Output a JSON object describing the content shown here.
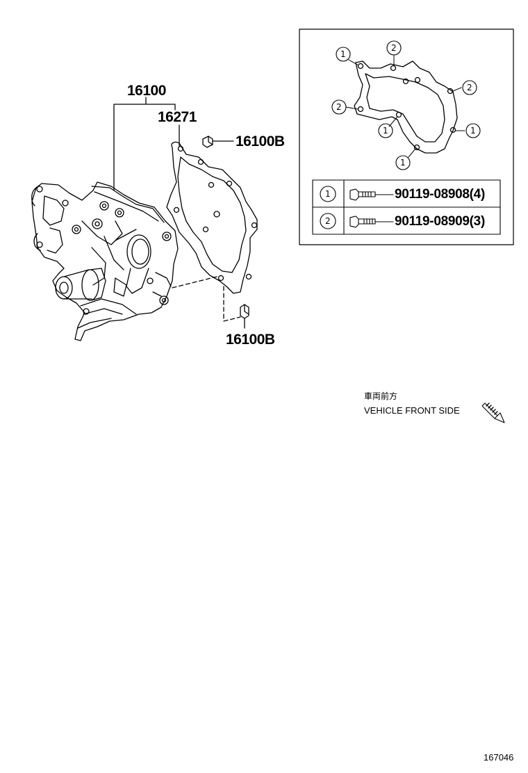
{
  "parts": {
    "water_pump": "16100",
    "gasket": "16271",
    "plug_top": "16100B",
    "plug_bottom": "16100B"
  },
  "inset": {
    "callouts": [
      "1",
      "2",
      "2",
      "2",
      "1",
      "1",
      "1"
    ],
    "bolts": [
      {
        "ref": "1",
        "part": "90119-08908(4)"
      },
      {
        "ref": "2",
        "part": "90119-08909(3)"
      }
    ]
  },
  "direction": {
    "japanese": "車両前方",
    "english": "VEHICLE FRONT SIDE"
  },
  "figure_id": "167046"
}
